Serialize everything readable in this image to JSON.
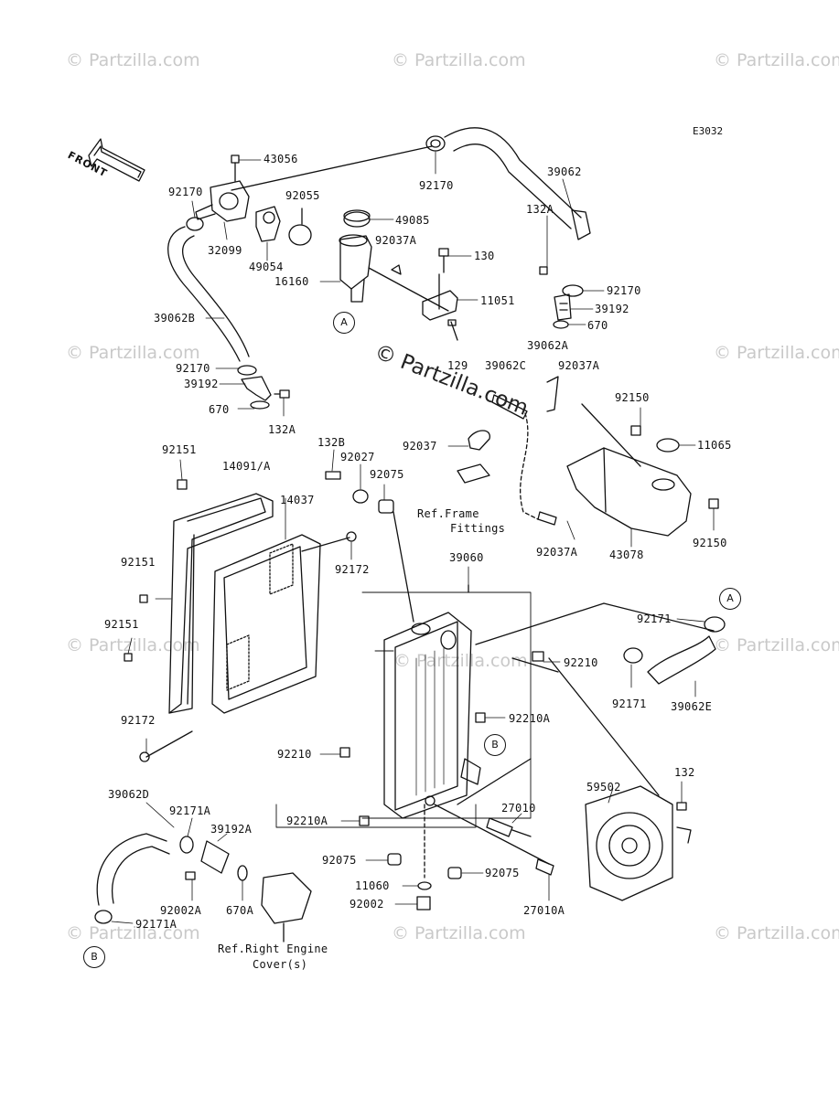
{
  "watermark": {
    "text": "© Partzilla.com",
    "center_text": "© Partzilla.com"
  },
  "diagram_code": "E3032",
  "front_label": "FRONT",
  "callouts": {
    "a1": "A",
    "a2": "A",
    "b1": "B",
    "b2": "B"
  },
  "parts": {
    "p43056": "43056",
    "p92170_top": "92170",
    "p39062": "39062",
    "p92170_left": "92170",
    "p92055": "92055",
    "p49085": "49085",
    "p32099": "32099",
    "p49054": "49054",
    "p92037A_top": "92037A",
    "p130": "130",
    "p132A_right": "132A",
    "p16160": "16160",
    "p11051": "11051",
    "p92170_right": "92170",
    "p39192_right": "39192",
    "p670_right": "670",
    "p39062B": "39062B",
    "p129": "129",
    "p39062A": "39062A",
    "p39062C": "39062C",
    "p92037A_mid": "92037A",
    "p92170_lower": "92170",
    "p39192_left": "39192",
    "p670_left": "670",
    "p132A_left": "132A",
    "p92150_top": "92150",
    "p11065": "11065",
    "p92151_top": "92151",
    "p14091A": "14091/A",
    "p132B": "132B",
    "p92027": "92027",
    "p92037": "92037",
    "p92075_top": "92075",
    "p14037": "14037",
    "p92037A_low": "92037A",
    "p43078": "43078",
    "p92150_low": "92150",
    "p92151_mid": "92151",
    "p92172_top": "92172",
    "p39060": "39060",
    "p92151_low": "92151",
    "p92171_right": "92171",
    "p92210_right": "92210",
    "p92171_mid": "92171",
    "p39062E": "39062E",
    "p92172_low": "92172",
    "p92210A_right": "92210A",
    "p92210_left": "92210",
    "p132": "132",
    "p39062D": "39062D",
    "p59502": "59502",
    "p92171A_top": "92171A",
    "p27010": "27010",
    "p92210A_left": "92210A",
    "p39192A": "39192A",
    "p92075_left": "92075",
    "p92075_right": "92075",
    "p11060": "11060",
    "p92002A": "92002A",
    "p670A": "670A",
    "p27010A": "27010A",
    "p92002": "92002",
    "p92171A_low": "92171A"
  },
  "refs": {
    "frame_fittings_line1": "Ref.Frame",
    "frame_fittings_line2": "Fittings",
    "engine_cover_line1": "Ref.Right Engine",
    "engine_cover_line2": "Cover(s)"
  }
}
